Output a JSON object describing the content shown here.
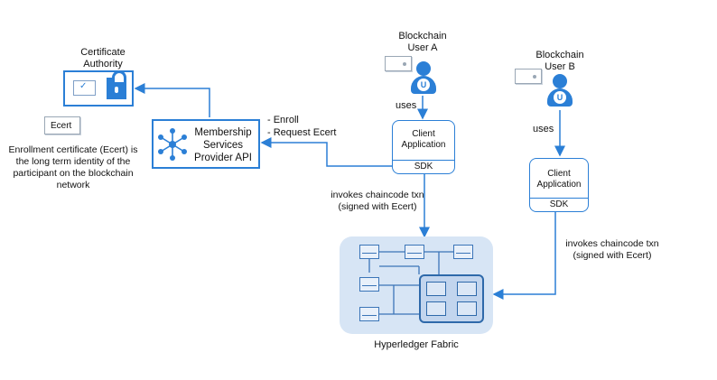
{
  "certificate_authority": {
    "label": "Certificate Authority"
  },
  "ecert_card": {
    "label": "Ecert"
  },
  "ecert_description": "Enrollment certificate (Ecert) is the long term identity of the participant on the blockchain network",
  "msp": {
    "label": "Membership Services Provider API"
  },
  "msp_actions": [
    "- Enroll",
    "- Request Ecert"
  ],
  "user_a": {
    "label": "Blockchain User A",
    "badge": "U",
    "uses": "uses"
  },
  "user_b": {
    "label": "Blockchain User B",
    "badge": "U",
    "uses": "uses"
  },
  "client_a": {
    "label": "Client Application",
    "sdk": "SDK"
  },
  "client_b": {
    "label": "Client Application",
    "sdk": "SDK"
  },
  "invoke_a": "invokes chaincode txn (signed with Ecert)",
  "invoke_b": "invokes chaincode txn (signed with Ecert)",
  "fabric": {
    "label": "Hyperledger Fabric"
  },
  "colors": {
    "accent": "#2b7fd6",
    "fabric_bg": "#d7e5f5"
  }
}
